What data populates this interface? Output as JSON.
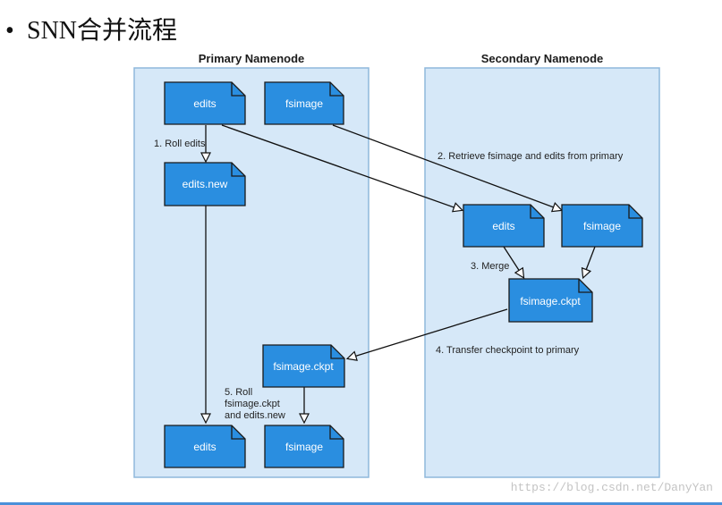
{
  "slide": {
    "title": "SNN合并流程",
    "bullet": "•"
  },
  "panels": {
    "primary_title": "Primary Namenode",
    "secondary_title": "Secondary Namenode"
  },
  "nodes": {
    "p_edits": "edits",
    "p_fsimage": "fsimage",
    "p_edits_new": "edits.new",
    "s_edits": "edits",
    "s_fsimage": "fsimage",
    "s_ckpt": "fsimage.ckpt",
    "p_ckpt": "fsimage.ckpt",
    "p_final_edits": "edits",
    "p_final_fsimage": "fsimage"
  },
  "steps": {
    "step1": "1. Roll edits",
    "step2": "2. Retrieve fsimage and edits from primary",
    "step3": "3. Merge",
    "step4": "4. Transfer checkpoint to primary",
    "step5": [
      "5. Roll",
      "fsimage.ckpt",
      "and edits.new"
    ]
  },
  "watermark": "https://blog.csdn.net/DanyYan",
  "colors": {
    "panel_fill": "#d6e8f8",
    "panel_stroke": "#8fb8dc",
    "doc_fill": "#2a8ee0",
    "doc_stroke": "#1a1a1a",
    "arrow": "#111111"
  }
}
